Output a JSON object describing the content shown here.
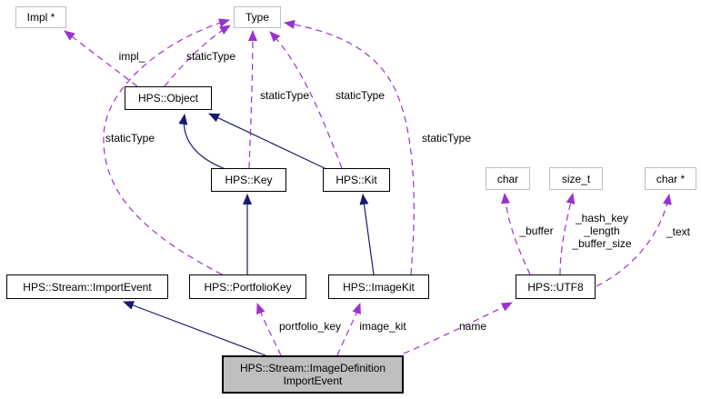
{
  "diagram_type": "collaboration-graph",
  "colors": {
    "inheritance_edge": "#191970",
    "usage_edge": "#9a32cd",
    "node_fill": "#ffffff",
    "main_node_fill": "#bfbfbf",
    "documented_border": "#000000",
    "undocumented_border": "#bfbfbf",
    "text": "#000000"
  },
  "nodes": {
    "impl_ptr": {
      "label": "Impl *"
    },
    "type": {
      "label": "Type"
    },
    "object": {
      "label": "HPS::Object"
    },
    "key": {
      "label": "HPS::Key"
    },
    "kit": {
      "label": "HPS::Kit"
    },
    "char": {
      "label": "char"
    },
    "size_t": {
      "label": "size_t"
    },
    "char_ptr": {
      "label": "char *"
    },
    "import_event": {
      "label": "HPS::Stream::ImportEvent"
    },
    "portfolio_key": {
      "label": "HPS::PortfolioKey"
    },
    "image_kit": {
      "label": "HPS::ImageKit"
    },
    "utf8": {
      "label": "HPS::UTF8"
    },
    "main": {
      "line1": "HPS::Stream::ImageDefinition",
      "line2": "ImportEvent"
    }
  },
  "edge_labels": {
    "impl": "impl_",
    "static_type_object": "staticType",
    "static_type_key": "staticType",
    "static_type_kit": "staticType",
    "static_type_portfolio_key": "staticType",
    "static_type_image_kit": "staticType",
    "buffer": "_buffer",
    "hash_key": "_hash_key",
    "length": "_length",
    "buffer_size": "_buffer_size",
    "text": "_text",
    "portfolio_key": "portfolio_key",
    "image_kit": "image_kit",
    "name": "name"
  }
}
